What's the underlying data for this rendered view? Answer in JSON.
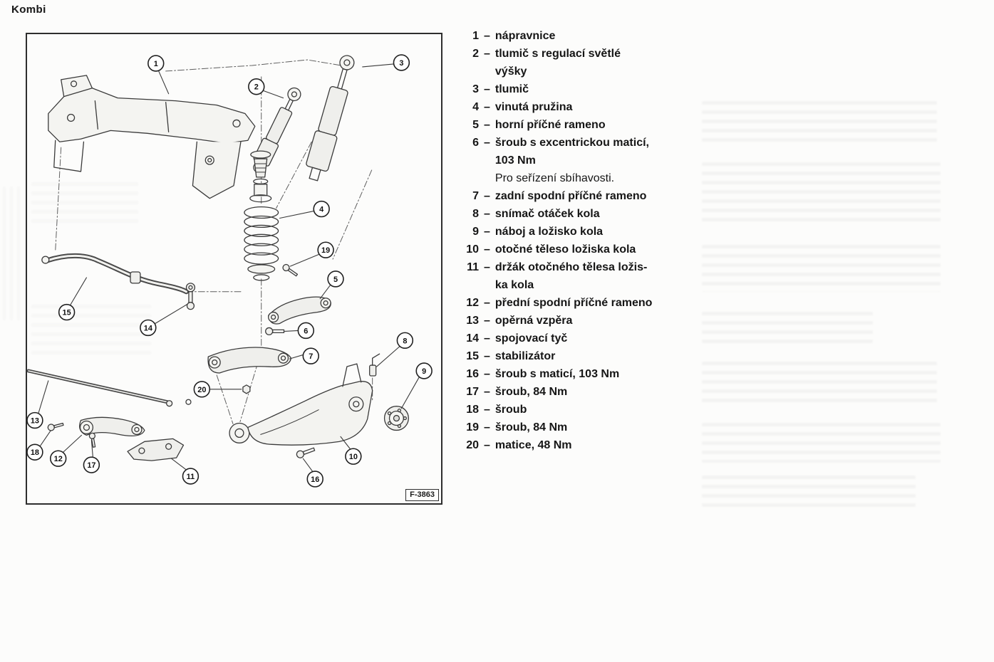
{
  "page": {
    "header": "Kombi"
  },
  "diagram": {
    "figure_label": "F-3863",
    "callouts": [
      "1",
      "2",
      "3",
      "4",
      "19",
      "5",
      "15",
      "14",
      "6",
      "7",
      "8",
      "20",
      "9",
      "13",
      "18",
      "12",
      "17",
      "11",
      "16",
      "10"
    ]
  },
  "legend": {
    "separator": "–",
    "items": [
      {
        "num": "1",
        "text": "nápravnice"
      },
      {
        "num": "2",
        "text": "tlumič s regulací světlé\nvýšky"
      },
      {
        "num": "3",
        "text": "tlumič"
      },
      {
        "num": "4",
        "text": "vinutá pružina"
      },
      {
        "num": "5",
        "text": "horní příčné rameno"
      },
      {
        "num": "6",
        "text": "šroub s excentrickou maticí,\n103 Nm",
        "note": "Pro seřízení sbíhavosti."
      },
      {
        "num": "7",
        "text": "zadní spodní příčné rameno"
      },
      {
        "num": "8",
        "text": "snímač otáček kola"
      },
      {
        "num": "9",
        "text": "náboj a ložisko kola"
      },
      {
        "num": "10",
        "text": "otočné těleso ložiska kola"
      },
      {
        "num": "11",
        "text": "držák otočného tělesa ložis-\nka kola"
      },
      {
        "num": "12",
        "text": "přední spodní příčné rameno"
      },
      {
        "num": "13",
        "text": "opěrná vzpěra"
      },
      {
        "num": "14",
        "text": "spojovací tyč"
      },
      {
        "num": "15",
        "text": "stabilizátor"
      },
      {
        "num": "16",
        "text": "šroub s maticí, 103 Nm"
      },
      {
        "num": "17",
        "text": "šroub, 84 Nm"
      },
      {
        "num": "18",
        "text": "šroub"
      },
      {
        "num": "19",
        "text": "šroub, 84 Nm"
      },
      {
        "num": "20",
        "text": "matice, 48 Nm"
      }
    ]
  }
}
